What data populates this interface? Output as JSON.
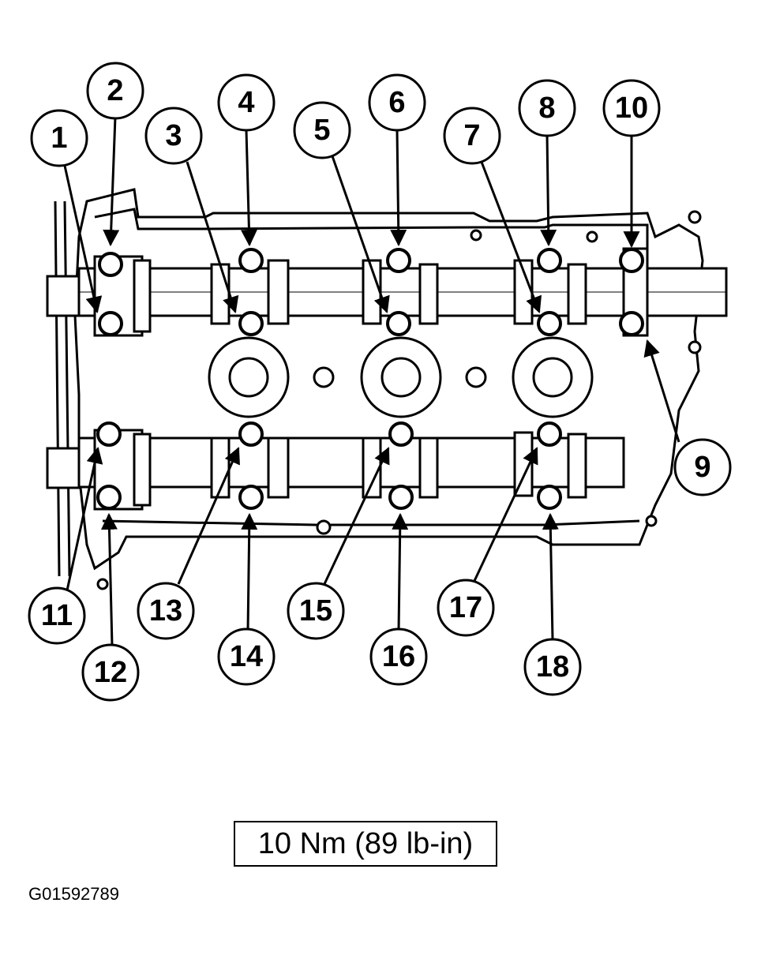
{
  "torque_spec": "10 Nm (89 lb-in)",
  "figure_id": "G01592789",
  "callouts": [
    {
      "number": "1"
    },
    {
      "number": "2"
    },
    {
      "number": "3"
    },
    {
      "number": "4"
    },
    {
      "number": "5"
    },
    {
      "number": "6"
    },
    {
      "number": "7"
    },
    {
      "number": "8"
    },
    {
      "number": "9"
    },
    {
      "number": "10"
    },
    {
      "number": "11"
    },
    {
      "number": "12"
    },
    {
      "number": "13"
    },
    {
      "number": "14"
    },
    {
      "number": "15"
    },
    {
      "number": "16"
    },
    {
      "number": "17"
    },
    {
      "number": "18"
    }
  ],
  "colors": {
    "line": "#000000",
    "background": "#ffffff"
  }
}
